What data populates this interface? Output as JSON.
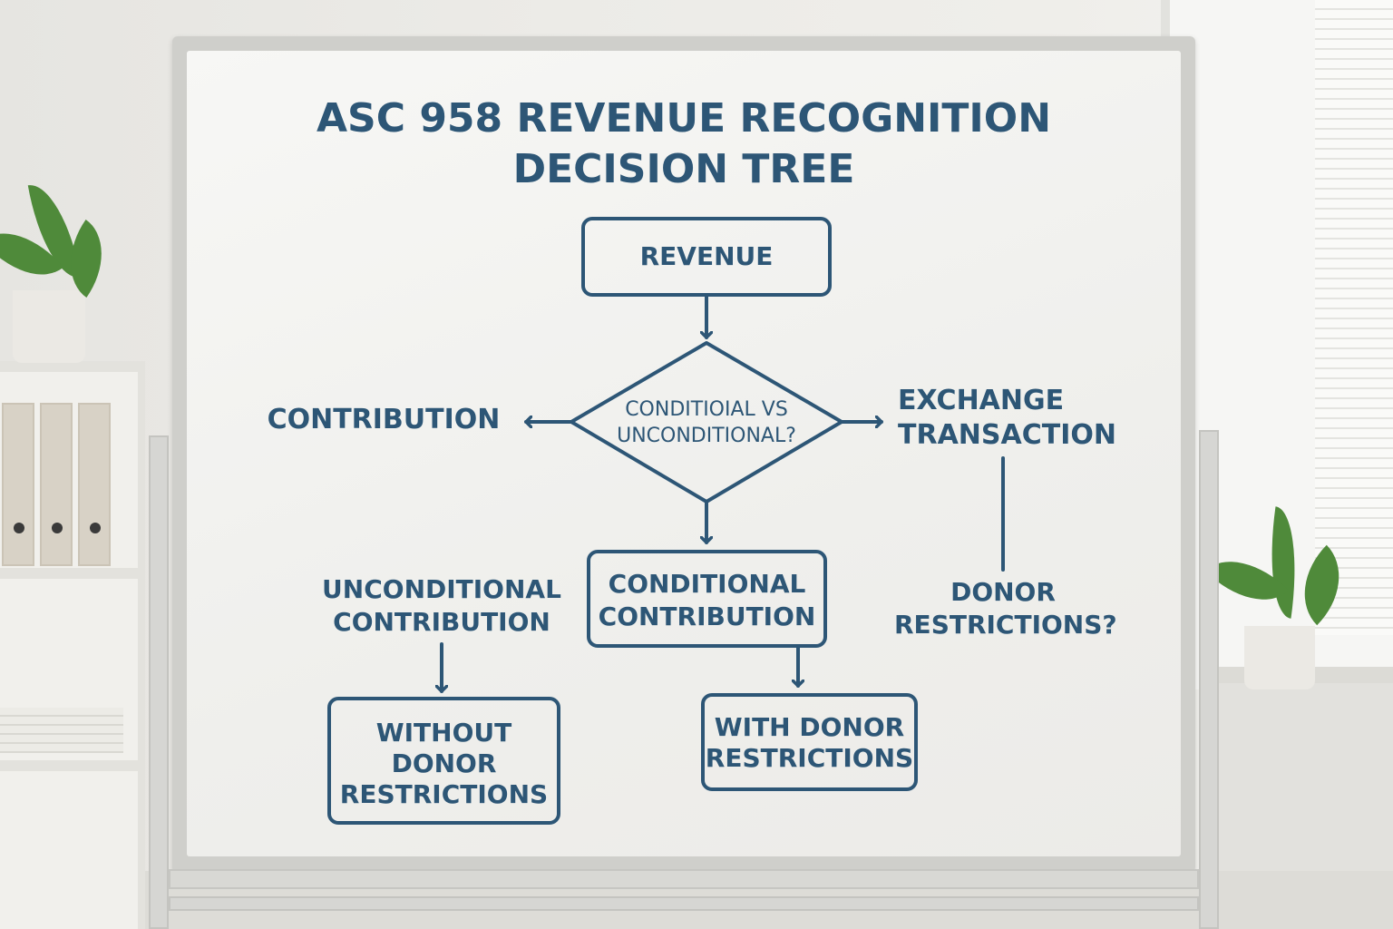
{
  "board": {
    "title_line1": "ASC 958 REVENUE RECOGNITION",
    "title_line2": "DECISION TREE"
  },
  "nodes": {
    "revenue": "REVENUE",
    "decision_line1": "CONDITIOIAL  VS",
    "decision_line2": "UNCONDITIONAL?",
    "contribution": "CONTRIBUTION",
    "exchange_line1": "EXCHANGE",
    "exchange_line2": "TRANSACTION",
    "unconditional_line1": "UNCONDITIONAL",
    "unconditional_line2": "CONTRIBUTION",
    "conditional_line1": "CONDITIONAL",
    "conditional_line2": "CONTRIBUTION",
    "donor_q_line1": "DONOR",
    "donor_q_line2": "RESTRICTIONS?",
    "without_line1": "WITHOUT",
    "without_line2": "DONOR",
    "without_line3": "RESTRICTIONS",
    "with_line1": "WITH DONOR",
    "with_line2": "RESTRICTIONS"
  },
  "colors": {
    "ink": "#2d5676",
    "board": "#f3f3f1"
  }
}
